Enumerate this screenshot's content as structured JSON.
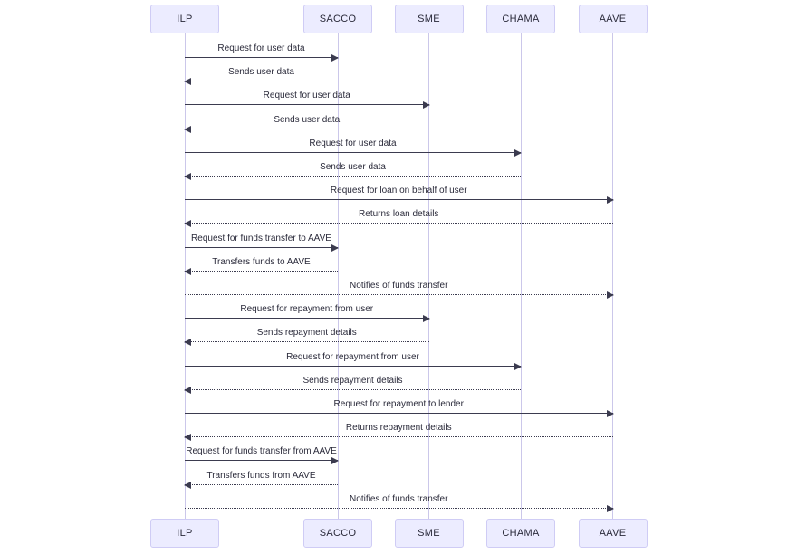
{
  "diagram": {
    "type": "sequence",
    "actors": [
      {
        "name": "ILP"
      },
      {
        "name": "SACCO"
      },
      {
        "name": "SME"
      },
      {
        "name": "CHAMA"
      },
      {
        "name": "AAVE"
      }
    ],
    "messages": [
      {
        "from": "ILP",
        "to": "SACCO",
        "label": "Request for user data",
        "line": "solid"
      },
      {
        "from": "SACCO",
        "to": "ILP",
        "label": "Sends user data",
        "line": "dotted"
      },
      {
        "from": "ILP",
        "to": "SME",
        "label": "Request for user data",
        "line": "solid"
      },
      {
        "from": "SME",
        "to": "ILP",
        "label": "Sends user data",
        "line": "dotted"
      },
      {
        "from": "ILP",
        "to": "CHAMA",
        "label": "Request for user data",
        "line": "solid"
      },
      {
        "from": "CHAMA",
        "to": "ILP",
        "label": "Sends user data",
        "line": "dotted"
      },
      {
        "from": "ILP",
        "to": "AAVE",
        "label": "Request for loan on behalf of user",
        "line": "solid"
      },
      {
        "from": "AAVE",
        "to": "ILP",
        "label": "Returns loan details",
        "line": "dotted"
      },
      {
        "from": "ILP",
        "to": "SACCO",
        "label": "Request for funds transfer to AAVE",
        "line": "solid"
      },
      {
        "from": "SACCO",
        "to": "ILP",
        "label": "Transfers funds to AAVE",
        "line": "dotted"
      },
      {
        "from": "ILP",
        "to": "AAVE",
        "label": "Notifies of funds transfer",
        "line": "dotted"
      },
      {
        "from": "ILP",
        "to": "SME",
        "label": "Request for repayment from user",
        "line": "solid"
      },
      {
        "from": "SME",
        "to": "ILP",
        "label": "Sends repayment details",
        "line": "dotted"
      },
      {
        "from": "ILP",
        "to": "CHAMA",
        "label": "Request for repayment from user",
        "line": "solid"
      },
      {
        "from": "CHAMA",
        "to": "ILP",
        "label": "Sends repayment details",
        "line": "dotted"
      },
      {
        "from": "ILP",
        "to": "AAVE",
        "label": "Request for repayment to lender",
        "line": "solid"
      },
      {
        "from": "AAVE",
        "to": "ILP",
        "label": "Returns repayment details",
        "line": "dotted"
      },
      {
        "from": "ILP",
        "to": "SACCO",
        "label": "Request for funds transfer from AAVE",
        "line": "solid"
      },
      {
        "from": "SACCO",
        "to": "ILP",
        "label": "Transfers funds from AAVE",
        "line": "dotted"
      },
      {
        "from": "ILP",
        "to": "AAVE",
        "label": "Notifies of funds transfer",
        "line": "dotted"
      }
    ]
  },
  "colors": {
    "background": "#FFFFFF",
    "actor_fill": "#ECECFF",
    "actor_border": "#CFCCF5",
    "lifeline": "#CBC7EA",
    "arrow": "#3B3B4F",
    "text": "#2A2A3A"
  }
}
